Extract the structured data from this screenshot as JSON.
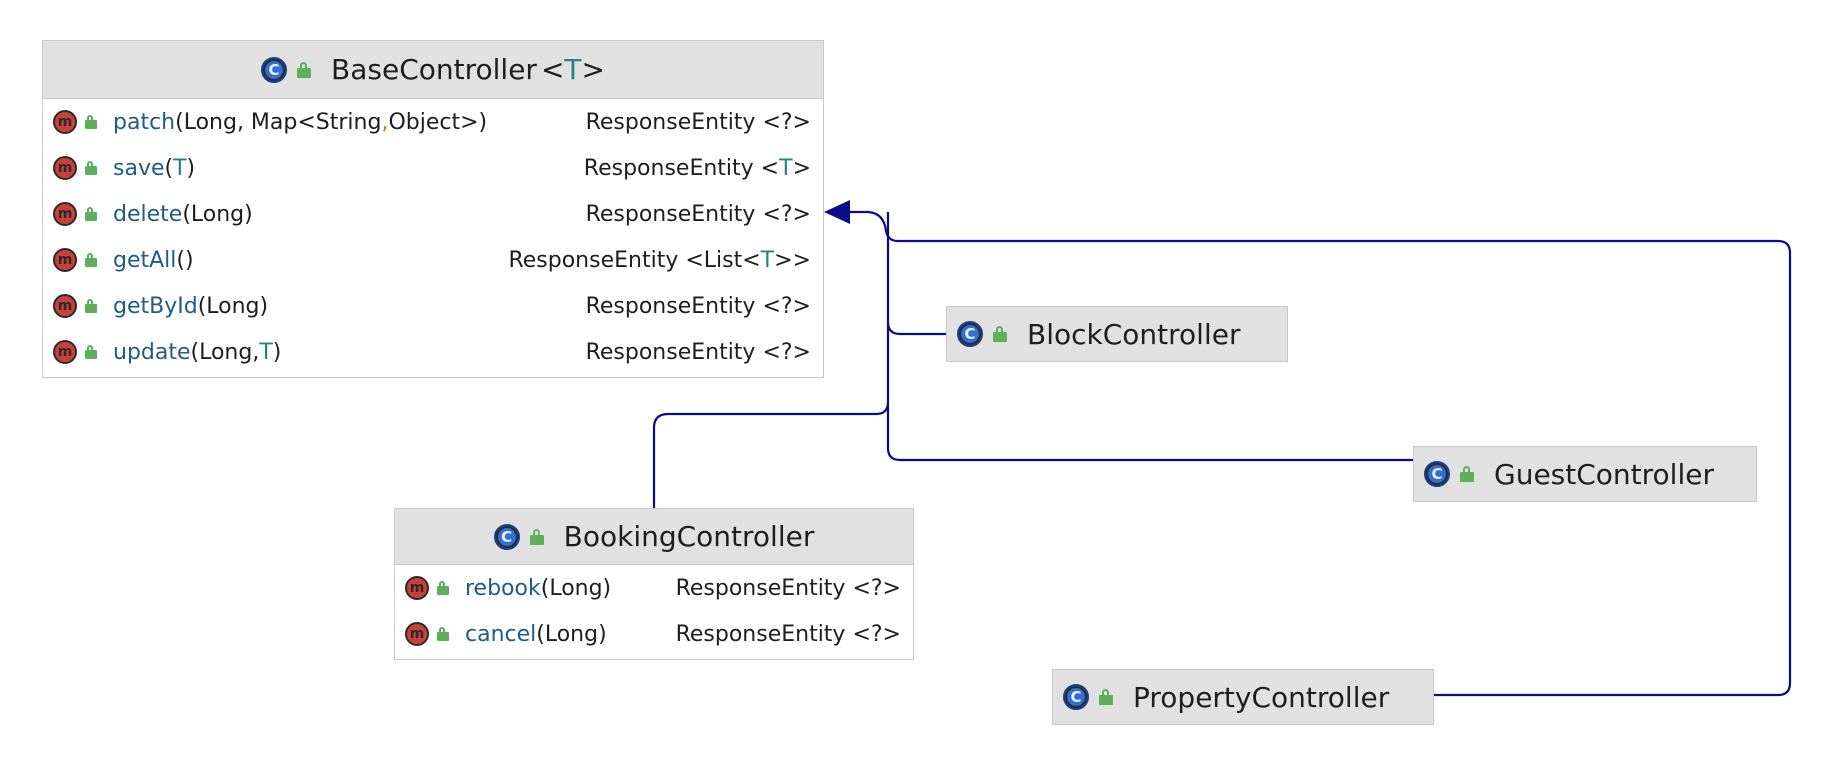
{
  "colors": {
    "edge": "#0c0c8a",
    "header_bg": "#e1e1e1",
    "method_name": "#1f5c86",
    "type_param": "#2d7f86",
    "comma": "#c77b1b",
    "class_icon": "#2f6fd6",
    "method_icon": "#c9403a",
    "lock_icon": "#5fae5a"
  },
  "icons": {
    "class": "class-icon",
    "method": "method-icon",
    "visibility": "lock-icon"
  },
  "base_controller": {
    "name": "BaseController",
    "generic_open": "<",
    "generic_param": "T",
    "generic_close": ">",
    "methods": [
      {
        "icon_letter": "m",
        "name": "patch",
        "p1": "(Long, Map<String",
        "p_comma": ",",
        "p2": " Object>)",
        "ret_prefix": "ResponseEntity <?>",
        "ret_param": "",
        "ret_suffix": ""
      },
      {
        "icon_letter": "m",
        "name": "save",
        "p1": "(",
        "p_param": "T",
        "p2": ")",
        "ret_prefix": "ResponseEntity <",
        "ret_param": "T",
        "ret_suffix": ">"
      },
      {
        "icon_letter": "m",
        "name": "delete",
        "p1": " (Long)",
        "ret_prefix": "ResponseEntity <?>"
      },
      {
        "icon_letter": "m",
        "name": "getAll",
        "p1": " ()",
        "ret_prefix": "ResponseEntity <List<",
        "ret_param": "T",
        "ret_suffix": ">>"
      },
      {
        "icon_letter": "m",
        "name": "getById",
        "p1": "(Long)",
        "ret_prefix": "ResponseEntity <?>"
      },
      {
        "icon_letter": "m",
        "name": "update",
        "p1": " (Long, ",
        "p_param": "T",
        "p2": ")",
        "ret_prefix": "ResponseEntity <?>"
      }
    ]
  },
  "booking_controller": {
    "name": "BookingController",
    "methods": [
      {
        "icon_letter": "m",
        "name": "rebook",
        "p1": "(Long)",
        "ret_prefix": "ResponseEntity <?>"
      },
      {
        "icon_letter": "m",
        "name": "cancel",
        "p1": "(Long)",
        "ret_prefix": "ResponseEntity <?>"
      }
    ]
  },
  "block_controller": {
    "name": "BlockController"
  },
  "guest_controller": {
    "name": "GuestController"
  },
  "property_controller": {
    "name": "PropertyController"
  },
  "class_icon_letter": "C"
}
